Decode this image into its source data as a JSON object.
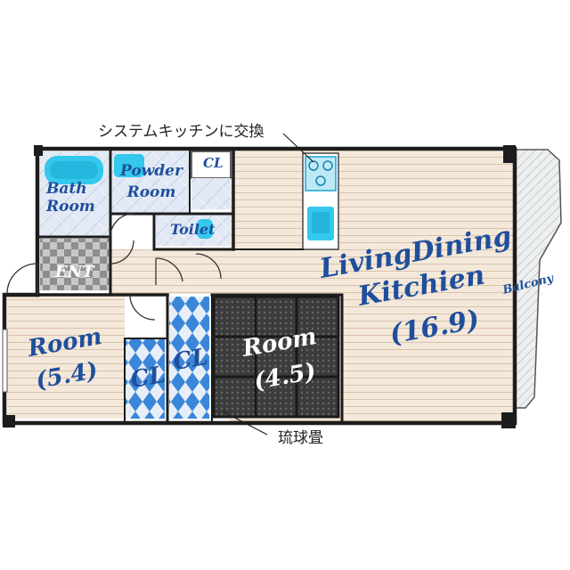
{
  "labels": {
    "bath_room": "Bath\nRoom",
    "powder_room": "Powder\nRoom",
    "closet_small": "CL",
    "toilet": "Toilet",
    "entrance": "ENT",
    "living_dining_kitchen": "LivingDining\nKitchien",
    "ldk_size": "(16.9)",
    "balcony": "Balcony",
    "room_west": "Room",
    "room_west_size": "(5.4)",
    "closet_1": "CL",
    "closet_2": "CL",
    "room_tatami": "Room",
    "room_tatami_size": "(4.5)"
  },
  "notes": {
    "kitchen_note": "システムキッチンに交換",
    "tatami_note": "琉球畳"
  },
  "colors": {
    "wall": "#1c1c1c",
    "floor_wood": "#f3e6d8",
    "floor_line": "#d8bfa8",
    "wet_area": "#dce6f2",
    "fixture": "#33c8ec",
    "label": "#1f4f9c",
    "tatami": "#3d3d3d",
    "balcony": "#eceeee"
  }
}
